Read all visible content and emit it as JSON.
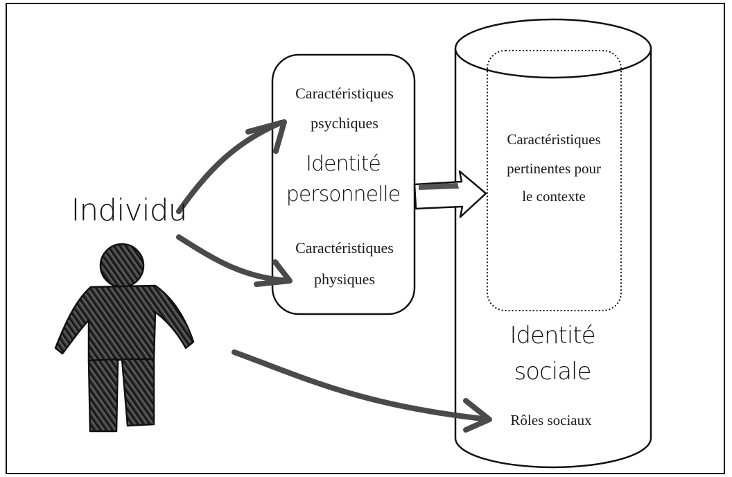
{
  "individual": {
    "label": "Individu"
  },
  "personal_box": {
    "psychic_line1": "Caractéristiques",
    "psychic_line2": "psychiques",
    "identity_line1": "Identité",
    "identity_line2": "personnelle",
    "physical_line1": "Caractéristiques",
    "physical_line2": "physiques"
  },
  "social_cylinder": {
    "relevant_line1": "Caractéristiques",
    "relevant_line2": "pertinentes pour",
    "relevant_line3": "le contexte",
    "identity_line1": "Identité",
    "identity_line2": "sociale",
    "roles": "Rôles sociaux"
  },
  "colors": {
    "arrow": "#4a4a4a",
    "outline": "#111111",
    "figure": "#2b2b2b"
  }
}
